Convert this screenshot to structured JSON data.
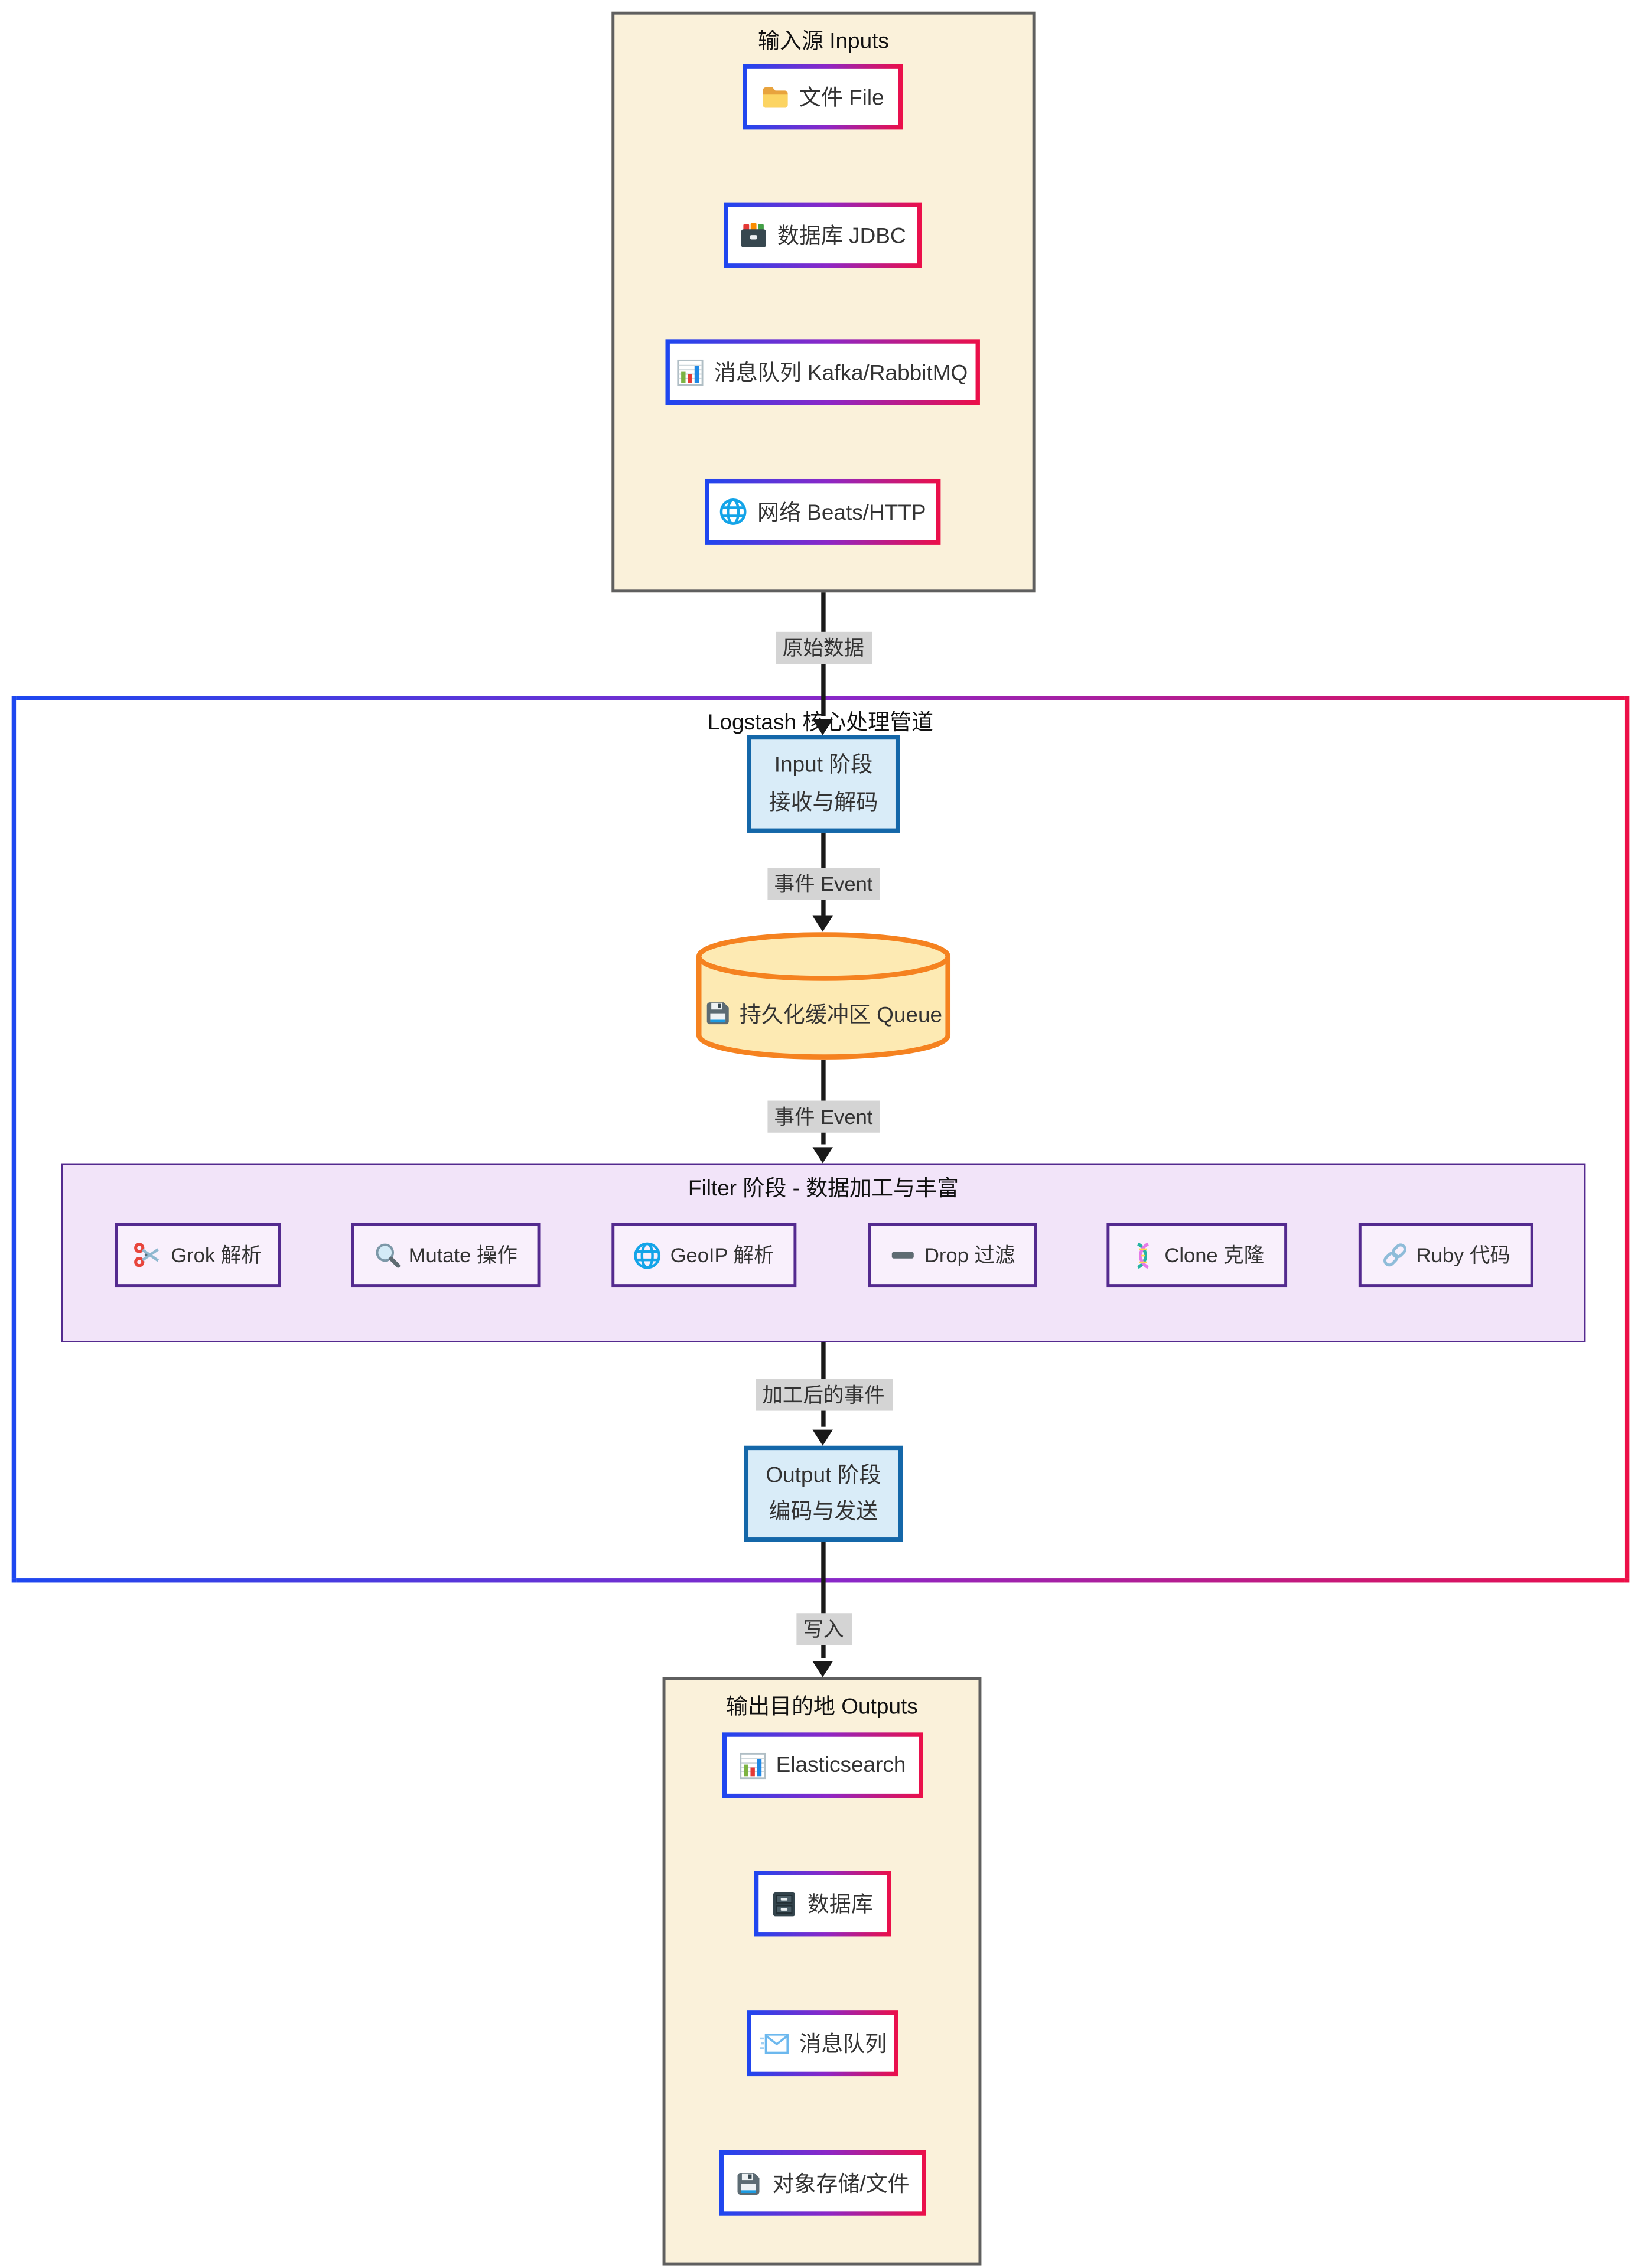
{
  "palette": {
    "node_border_gradient_start": "#1d47f0",
    "node_border_gradient_mid": "#8b27c7",
    "node_border_gradient_end": "#ec0f48",
    "subgraph_fill": "#faf1da",
    "subgraph_border": "#5f5f5f",
    "stage_fill": "#d9ecf8",
    "stage_border": "#1467a9",
    "queue_fill": "#fdeab3",
    "queue_border": "#f58220",
    "filter_fill": "#f2e4f9",
    "filter_border": "#542a8f",
    "edge_color": "#191919",
    "edge_label_bg": "#d4d4d4"
  },
  "inputs": {
    "title": "输入源 Inputs",
    "items": [
      {
        "label": "文件 File",
        "icon": "folder"
      },
      {
        "label": "数据库 JDBC",
        "icon": "card-file-box"
      },
      {
        "label": "消息队列 Kafka/RabbitMQ",
        "icon": "bar-chart"
      },
      {
        "label": "网络 Beats/HTTP",
        "icon": "globe"
      }
    ]
  },
  "pipeline": {
    "title": "Logstash 核心处理管道",
    "input_stage": {
      "line1": "Input 阶段",
      "line2": "接收与解码"
    },
    "queue": {
      "label": "持久化缓冲区 Queue",
      "icon": "floppy-disk"
    },
    "filter": {
      "title": "Filter 阶段 - 数据加工与丰富",
      "items": [
        {
          "label": "Grok 解析",
          "icon": "scissors"
        },
        {
          "label": "Mutate 操作",
          "icon": "magnifier"
        },
        {
          "label": "GeoIP 解析",
          "icon": "globe"
        },
        {
          "label": "Drop 过滤",
          "icon": "minus"
        },
        {
          "label": "Clone 克隆",
          "icon": "dna"
        },
        {
          "label": "Ruby 代码",
          "icon": "link"
        }
      ]
    },
    "output_stage": {
      "line1": "Output 阶段",
      "line2": "编码与发送"
    }
  },
  "edges": {
    "raw": "原始数据",
    "event1": "事件 Event",
    "event2": "事件 Event",
    "processed": "加工后的事件",
    "write": "写入"
  },
  "outputs": {
    "title": "输出目的地 Outputs",
    "items": [
      {
        "label": "Elasticsearch",
        "icon": "bar-chart"
      },
      {
        "label": "数据库",
        "icon": "file-cabinet"
      },
      {
        "label": "消息队列",
        "icon": "envelope"
      },
      {
        "label": "对象存储/文件",
        "icon": "floppy-disk"
      }
    ]
  }
}
